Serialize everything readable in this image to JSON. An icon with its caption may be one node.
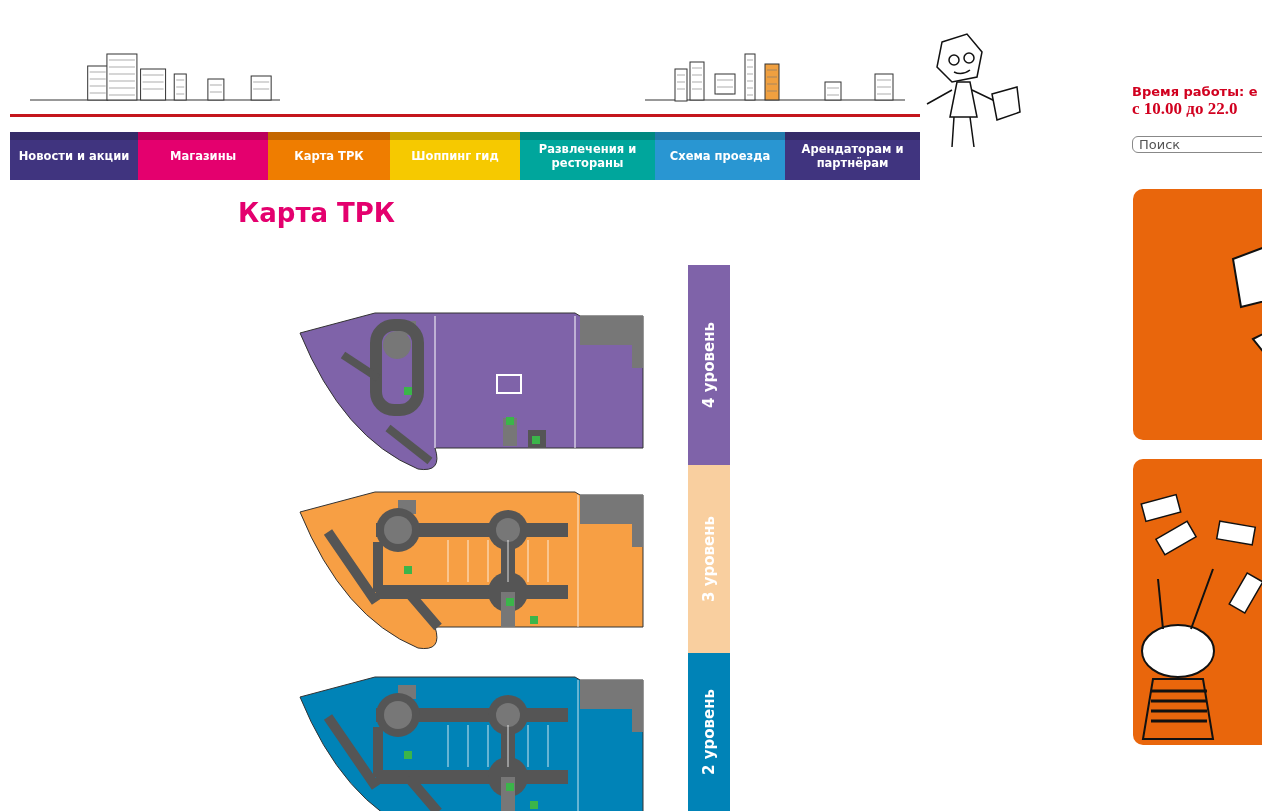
{
  "diagram": {
    "title": "Карта ТРК",
    "nodes": [
      {
        "text": [
          "Новости и акции"
        ]
      },
      {
        "text": [
          "Магазины"
        ]
      },
      {
        "text": [
          "Карта ТРК"
        ]
      },
      {
        "text": [
          "Шоппинг гид"
        ]
      },
      {
        "text": [
          "Развлечения и рестораны"
        ]
      },
      {
        "text": [
          "Схема проезда"
        ]
      },
      {
        "text": [
          "Арендаторам и партнёрам"
        ]
      },
      {
        "text": [
          "4 уровень"
        ]
      },
      {
        "text": [
          "3 уровень"
        ]
      },
      {
        "text": [
          "2 уровень"
        ]
      }
    ],
    "labels": [
      "Время работы: е",
      "с 10.00 до 22.0",
      "Поиск"
    ]
  }
}
